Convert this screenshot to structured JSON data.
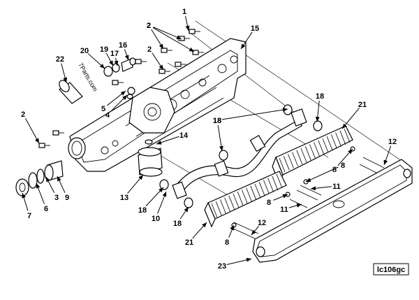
{
  "figure_id": "lc106gc",
  "watermark": "7Parts.com",
  "callouts": [
    "1",
    "2",
    "2",
    "2",
    "2",
    "2",
    "3",
    "4",
    "5",
    "6",
    "7",
    "8",
    "8",
    "8",
    "8",
    "9",
    "10",
    "11",
    "11",
    "12",
    "12",
    "13",
    "14",
    "15",
    "16",
    "17",
    "18",
    "18",
    "18",
    "18",
    "18",
    "19",
    "20",
    "21",
    "21",
    "22",
    "23"
  ]
}
